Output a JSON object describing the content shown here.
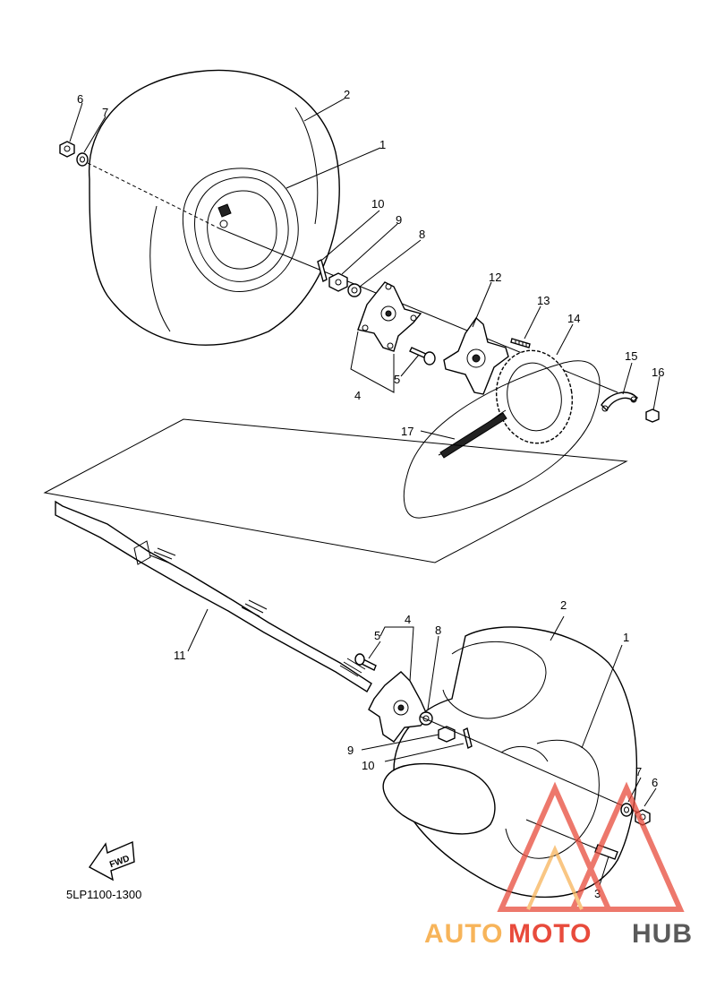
{
  "diagram": {
    "code": "5LP1100-1300",
    "fwd_label": "FWD",
    "callouts_upper": [
      "1",
      "2",
      "4",
      "5",
      "6",
      "7",
      "8",
      "9",
      "10",
      "12",
      "13",
      "14",
      "15",
      "16",
      "17"
    ],
    "callouts_lower": [
      "1",
      "2",
      "3",
      "4",
      "5",
      "6",
      "7",
      "8",
      "9",
      "10",
      "11"
    ]
  },
  "upper": {
    "c1": "1",
    "c2": "2",
    "c4": "4",
    "c5": "5",
    "c6": "6",
    "c7": "7",
    "c8": "8",
    "c9": "9",
    "c10": "10",
    "c12": "12",
    "c13": "13",
    "c14": "14",
    "c15": "15",
    "c16": "16",
    "c17": "17"
  },
  "lower": {
    "c1": "1",
    "c2": "2",
    "c3": "3",
    "c4": "4",
    "c5": "5",
    "c6": "6",
    "c7": "7",
    "c8": "8",
    "c9": "9",
    "c10": "10",
    "c11": "11"
  },
  "watermark": {
    "part_a": "AUTO",
    "part_b": "MOTO",
    "part_c": "HUB",
    "colors": {
      "auto": "#f7b45a",
      "moto": "#e84b3c",
      "hub": "#5a5a5a"
    }
  }
}
